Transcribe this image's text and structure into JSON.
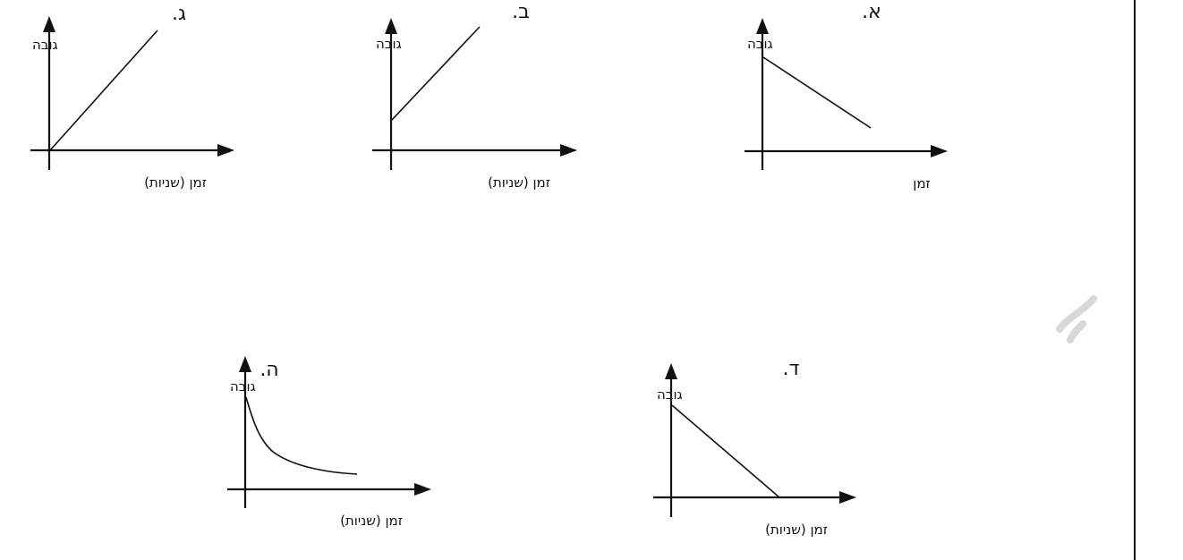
{
  "graphs": {
    "a": {
      "letter": "א.",
      "y_label": "גובה",
      "x_label": "זמן"
    },
    "b": {
      "letter": "ב.",
      "y_label": "גובה",
      "x_label": "זמן (שניות)"
    },
    "g": {
      "letter": "ג.",
      "y_label": "גובה",
      "x_label": "זמן (שניות)"
    },
    "d": {
      "letter": "ד.",
      "y_label": "גובה",
      "x_label": "זמן (שניות)"
    },
    "h": {
      "letter": "ה.",
      "y_label": "גובה",
      "x_label": "זמן (שניות)"
    }
  }
}
